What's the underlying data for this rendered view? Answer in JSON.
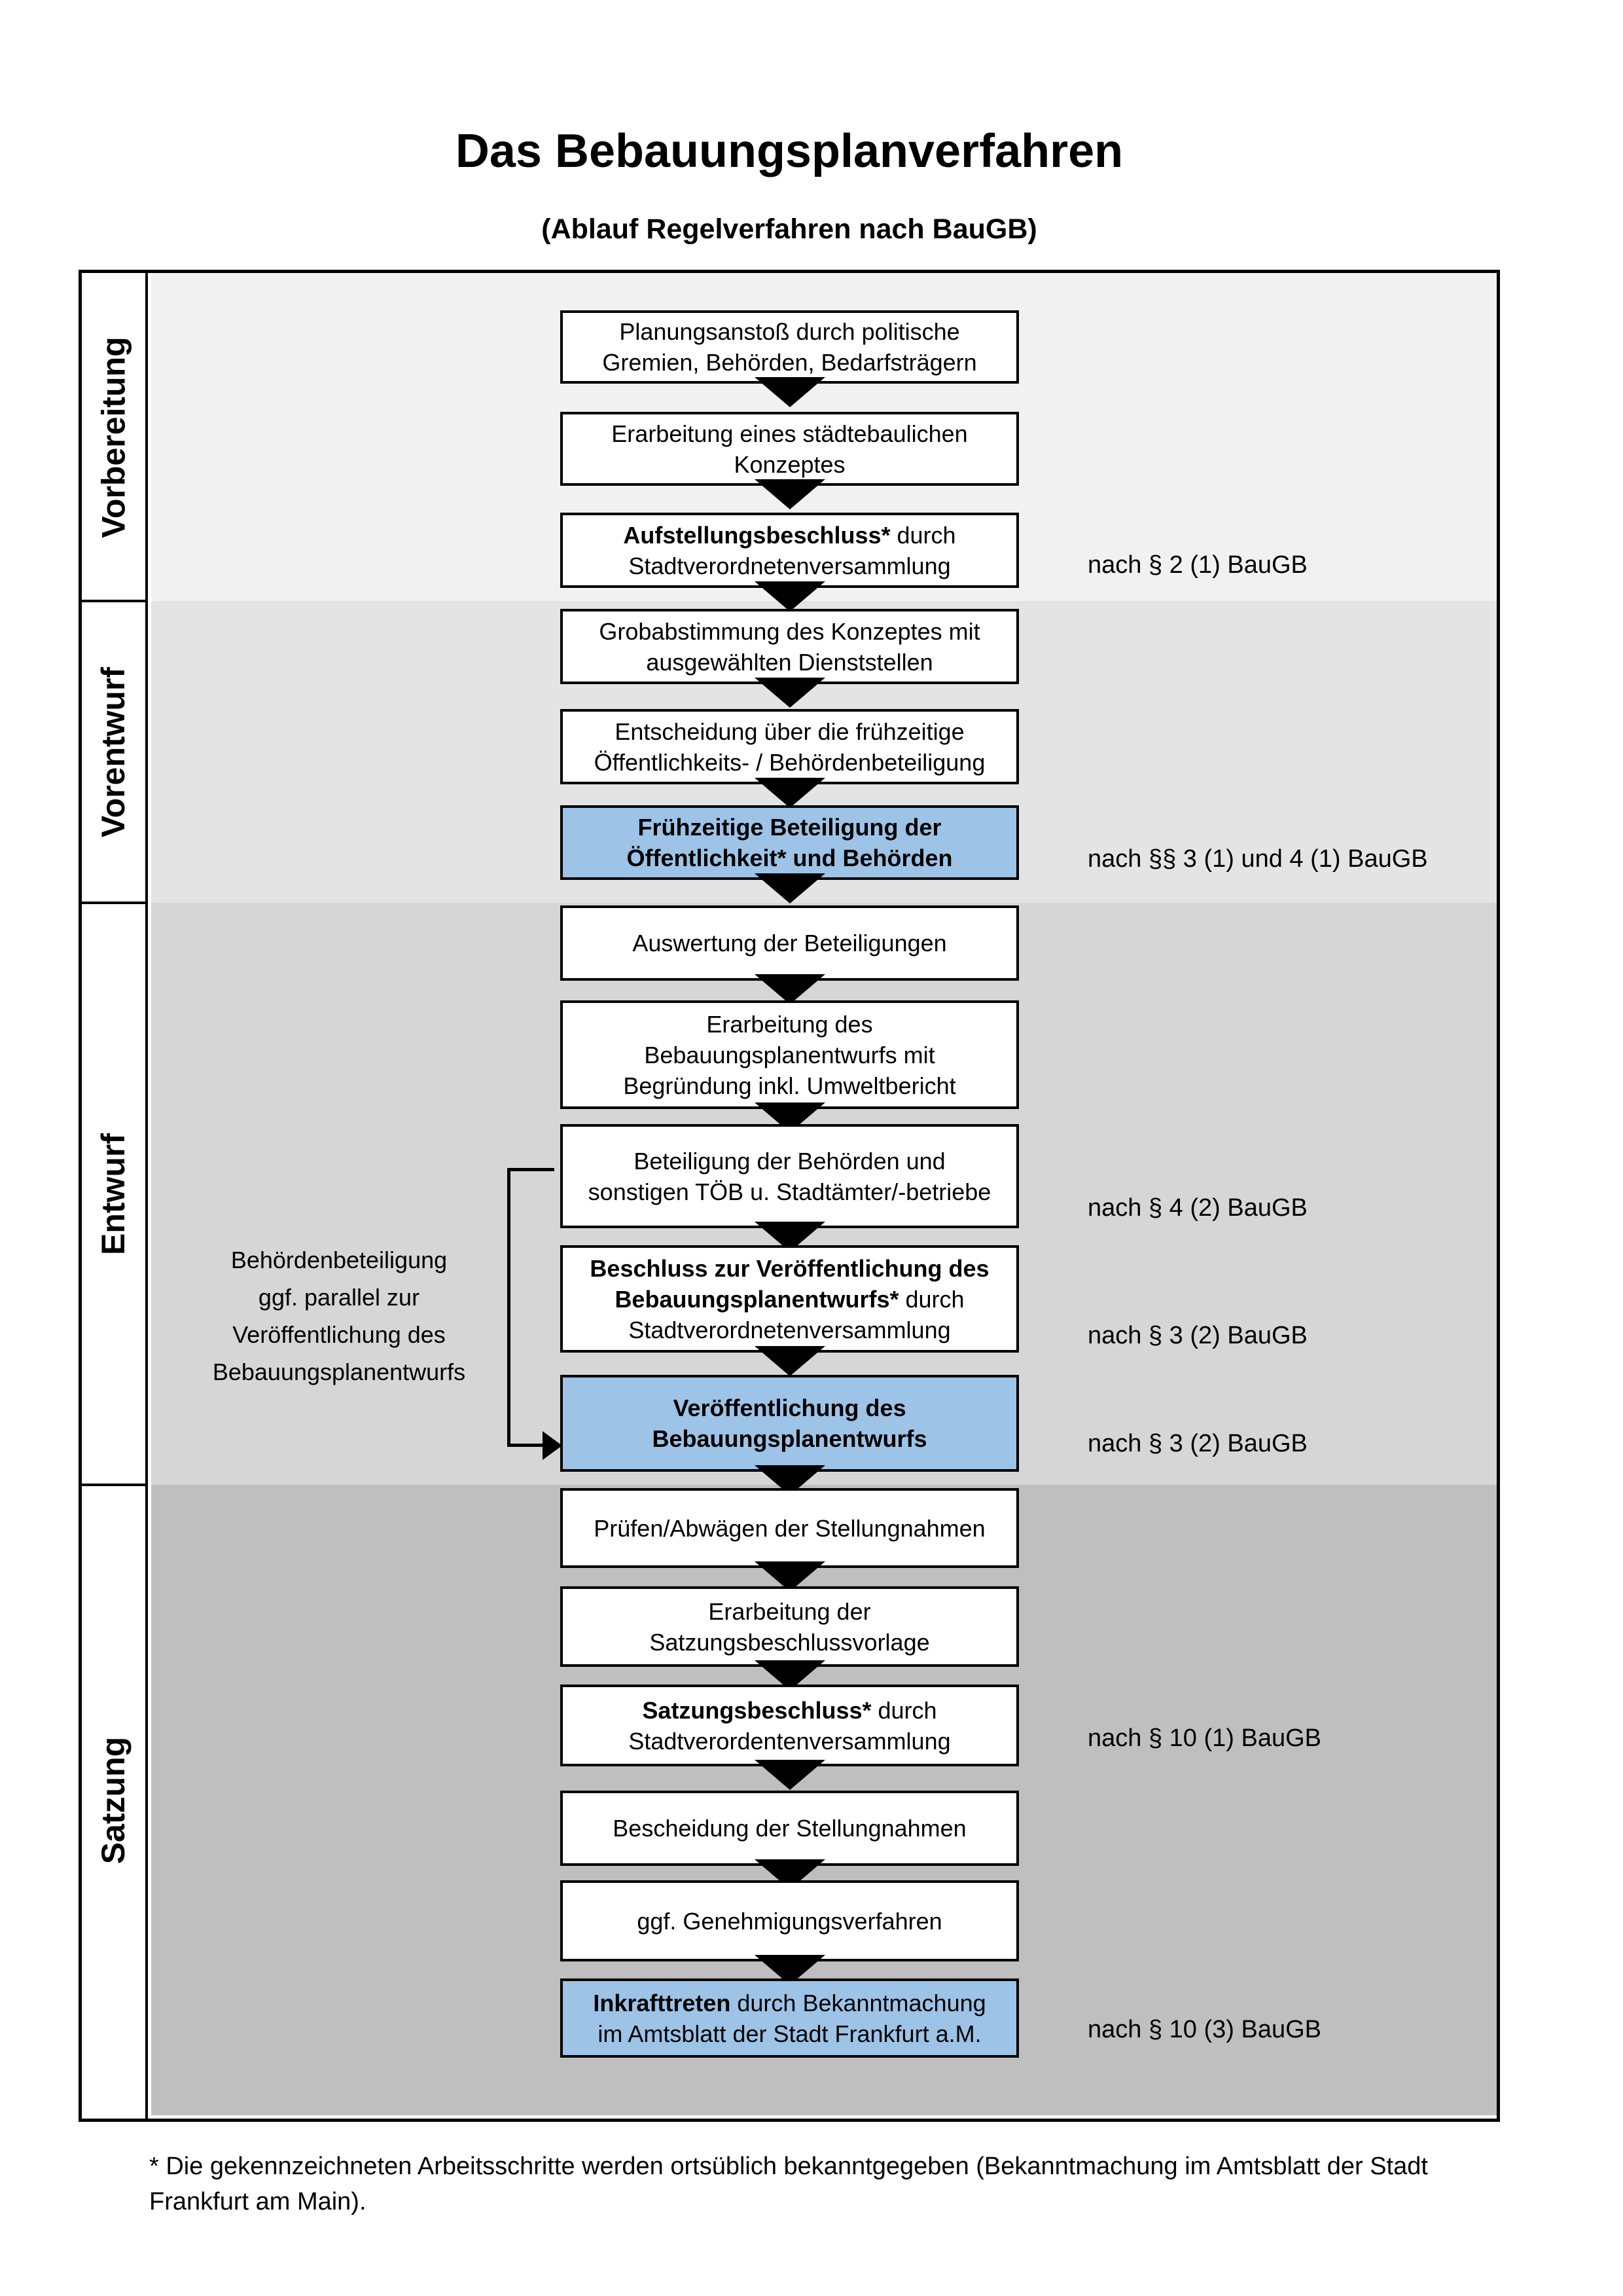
{
  "title": "Das Bebauungsplanverfahren",
  "subtitle": "(Ablauf Regelverfahren nach BauGB)",
  "colors": {
    "highlight_blue": "#9dc3e6",
    "border_black": "#000000",
    "section_backgrounds": [
      "#f1f1f1",
      "#e4e4e4",
      "#d6d6d6",
      "#bfbfbf"
    ]
  },
  "sections": [
    {
      "label": "Vorbereitung",
      "bg": "#f1f1f1"
    },
    {
      "label": "Vorentwurf",
      "bg": "#e4e4e4"
    },
    {
      "label": "Entwurf",
      "bg": "#d6d6d6"
    },
    {
      "label": "Satzung",
      "bg": "#bfbfbf"
    }
  ],
  "steps": [
    {
      "variant": "plain",
      "lines": [
        [
          {
            "t": "Planungsanstoß durch politische"
          }
        ],
        [
          {
            "t": "Gremien, Behörden, Bedarfsträgern"
          }
        ]
      ]
    },
    {
      "variant": "plain",
      "lines": [
        [
          {
            "t": "Erarbeitung eines städtebaulichen"
          }
        ],
        [
          {
            "t": "Konzeptes"
          }
        ]
      ]
    },
    {
      "variant": "plain",
      "lines": [
        [
          {
            "t": "Aufstellungsbeschluss*",
            "b": true
          },
          {
            "t": " durch"
          }
        ],
        [
          {
            "t": "Stadtverordnetenversammlung"
          }
        ]
      ]
    },
    {
      "variant": "plain",
      "lines": [
        [
          {
            "t": "Grobabstimmung des Konzeptes mit"
          }
        ],
        [
          {
            "t": "ausgewählten Dienststellen"
          }
        ]
      ]
    },
    {
      "variant": "plain",
      "lines": [
        [
          {
            "t": "Entscheidung über die frühzeitige"
          }
        ],
        [
          {
            "t": "Öffentlichkeits- / Behördenbeteiligung"
          }
        ]
      ]
    },
    {
      "variant": "blue",
      "lines": [
        [
          {
            "t": "Frühzeitige Beteiligung der",
            "b": true
          }
        ],
        [
          {
            "t": "Öffentlichkeit* und Behörden",
            "b": true
          }
        ]
      ]
    },
    {
      "variant": "plain",
      "lines": [
        [
          {
            "t": "Auswertung der Beteiligungen"
          }
        ]
      ]
    },
    {
      "variant": "plain",
      "lines": [
        [
          {
            "t": "Erarbeitung des"
          }
        ],
        [
          {
            "t": "Bebauungsplanentwurfs mit"
          }
        ],
        [
          {
            "t": "Begründung inkl. Umweltbericht"
          }
        ]
      ]
    },
    {
      "variant": "plain",
      "lines": [
        [
          {
            "t": "Beteiligung der Behörden und"
          }
        ],
        [
          {
            "t": "sonstigen TÖB u. Stadtämter/-betriebe"
          }
        ]
      ]
    },
    {
      "variant": "plain",
      "lines": [
        [
          {
            "t": "Beschluss zur Veröffentlichung des",
            "b": true
          }
        ],
        [
          {
            "t": "Bebauungsplanentwurfs*",
            "b": true
          },
          {
            "t": " durch"
          }
        ],
        [
          {
            "t": "Stadtverordnetenversammlung"
          }
        ]
      ]
    },
    {
      "variant": "blue",
      "lines": [
        [
          {
            "t": "Veröffentlichung des",
            "b": true
          }
        ],
        [
          {
            "t": "Bebauungsplanentwurfs",
            "b": true
          }
        ]
      ]
    },
    {
      "variant": "plain",
      "lines": [
        [
          {
            "t": "Prüfen/Abwägen der Stellungnahmen"
          }
        ]
      ]
    },
    {
      "variant": "plain",
      "lines": [
        [
          {
            "t": "Erarbeitung der"
          }
        ],
        [
          {
            "t": "Satzungsbeschlussvorlage"
          }
        ]
      ]
    },
    {
      "variant": "plain",
      "lines": [
        [
          {
            "t": "Satzungsbeschluss*",
            "b": true
          },
          {
            "t": " durch"
          }
        ],
        [
          {
            "t": "Stadtverordentenversammlung"
          }
        ]
      ]
    },
    {
      "variant": "plain",
      "lines": [
        [
          {
            "t": "Bescheidung der Stellungnahmen"
          }
        ]
      ]
    },
    {
      "variant": "plain",
      "lines": [
        [
          {
            "t": "ggf. Genehmigungsverfahren"
          }
        ]
      ]
    },
    {
      "variant": "blue",
      "lines": [
        [
          {
            "t": "Inkrafttreten",
            "b": true
          },
          {
            "t": " durch Bekanntmachung"
          }
        ],
        [
          {
            "t": "im Amtsblatt der Stadt Frankfurt a.M."
          }
        ]
      ]
    }
  ],
  "annotations": [
    "nach § 2 (1) BauGB",
    "nach §§ 3 (1) und 4 (1) BauGB",
    "nach § 4 (2) BauGB",
    "nach § 3 (2) BauGB",
    "nach § 3 (2) BauGB",
    "nach § 10 (1) BauGB",
    "nach § 10 (3) BauGB"
  ],
  "side_note": {
    "lines": [
      "Behördenbeteiligung",
      "ggf. parallel zur",
      "Veröffentlichung des",
      "Bebauungsplanentwurfs"
    ]
  },
  "footnote": {
    "lines": [
      "* Die gekennzeichneten Arbeitsschritte werden ortsüblich bekanntgegeben (Bekanntmachung im Amtsblatt  der Stadt",
      "Frankfurt am Main)."
    ]
  }
}
